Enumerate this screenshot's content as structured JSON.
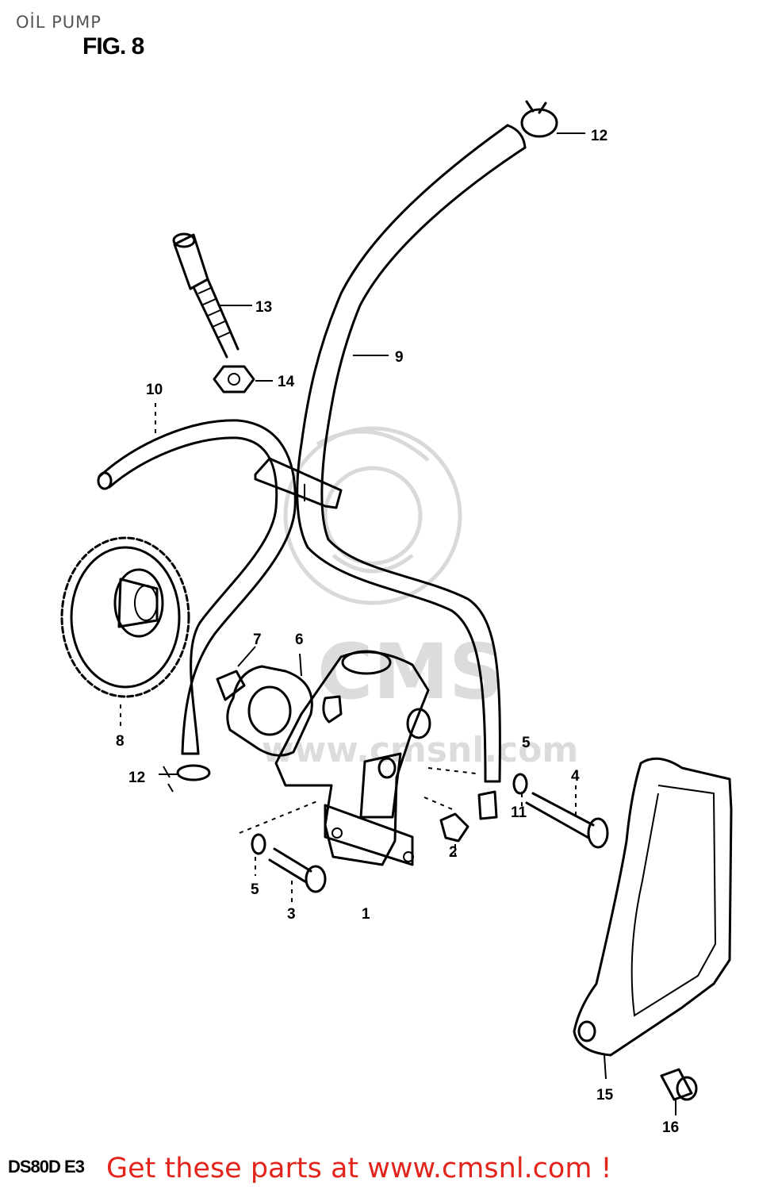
{
  "header": {
    "title": "OİL PUMP",
    "figure": "FIG. 8"
  },
  "callouts": {
    "c1": "1",
    "c2": "2",
    "c3": "3",
    "c4": "4",
    "c5a": "5",
    "c5b": "5",
    "c6": "6",
    "c7": "7",
    "c8": "8",
    "c9": "9",
    "c10": "10",
    "c11": "11",
    "c12a": "12",
    "c12b": "12",
    "c13": "13",
    "c14": "14",
    "c15": "15",
    "c16": "16"
  },
  "footer": {
    "model": "DS80D E3",
    "promo": "Get these parts at www.cmsnl.com !"
  },
  "colors": {
    "promo": "#e2241b",
    "watermark": "#dcdcdc",
    "line": "#000000"
  }
}
